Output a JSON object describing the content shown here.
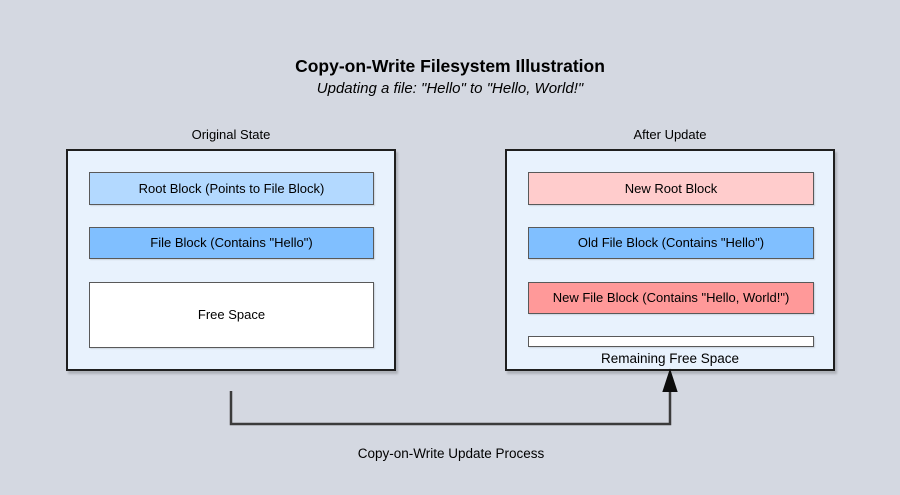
{
  "title": "Copy-on-Write Filesystem Illustration",
  "subtitle": "Updating a file: \"Hello\" to \"Hello, World!\"",
  "original": {
    "label": "Original State",
    "blocks": [
      {
        "label": "Root Block (Points to File Block)",
        "color": "#b3d9ff"
      },
      {
        "label": "File Block (Contains \"Hello\")",
        "color": "#80bfff"
      },
      {
        "label": "Free Space",
        "color": "#ffffff"
      }
    ]
  },
  "after": {
    "label": "After Update",
    "blocks": [
      {
        "label": "New Root Block",
        "color": "#ffcccc"
      },
      {
        "label": "Old File Block (Contains \"Hello\")",
        "color": "#80bfff"
      },
      {
        "label": "New File Block (Contains \"Hello, World!\")",
        "color": "#ff9999"
      }
    ],
    "free_bar_color": "#ffffff",
    "free_bar_label": "Remaining Free Space"
  },
  "arrow": {
    "label": "Copy-on-Write Update Process",
    "line_color": "#3b3b3b",
    "arrowhead_color": "#0d0d0d"
  },
  "colors": {
    "canvas_background": "#d4d8e1",
    "container_fill": "#e8f2fd",
    "container_border": "#1f1f1f",
    "block_border": "#595959"
  }
}
